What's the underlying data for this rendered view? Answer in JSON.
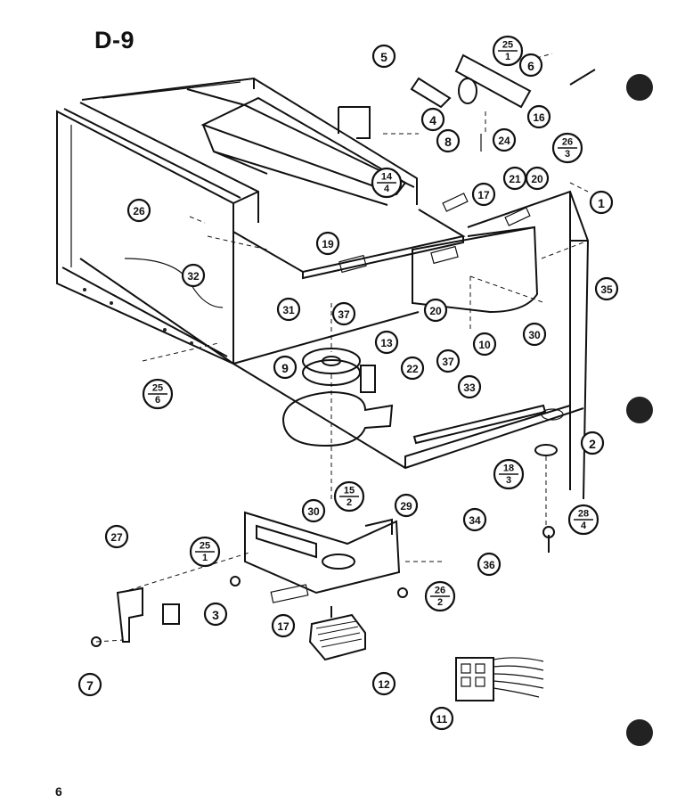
{
  "title": "D-9",
  "page_number": "6",
  "callouts": [
    {
      "label": "5"
    },
    {
      "label": "25",
      "sub": "1"
    },
    {
      "label": "6"
    },
    {
      "label": "4"
    },
    {
      "label": "16"
    },
    {
      "label": "8"
    },
    {
      "label": "24"
    },
    {
      "label": "26",
      "sub": "3"
    },
    {
      "label": "14",
      "sub": "4"
    },
    {
      "label": "17"
    },
    {
      "label": "21"
    },
    {
      "label": "20"
    },
    {
      "label": "1"
    },
    {
      "label": "26"
    },
    {
      "label": "32"
    },
    {
      "label": "19"
    },
    {
      "label": "35"
    },
    {
      "label": "31"
    },
    {
      "label": "37"
    },
    {
      "label": "20"
    },
    {
      "label": "30"
    },
    {
      "label": "10"
    },
    {
      "label": "37"
    },
    {
      "label": "13"
    },
    {
      "label": "25",
      "sub": "6"
    },
    {
      "label": "9"
    },
    {
      "label": "22"
    },
    {
      "label": "33"
    },
    {
      "label": "2"
    },
    {
      "label": "18",
      "sub": "3"
    },
    {
      "label": "34"
    },
    {
      "label": "28",
      "sub": "4"
    },
    {
      "label": "30"
    },
    {
      "label": "15",
      "sub": "2"
    },
    {
      "label": "29"
    },
    {
      "label": "27"
    },
    {
      "label": "25",
      "sub": "1"
    },
    {
      "label": "36"
    },
    {
      "label": "3"
    },
    {
      "label": "26",
      "sub": "2"
    },
    {
      "label": "17"
    },
    {
      "label": "7"
    },
    {
      "label": "12"
    },
    {
      "label": "11"
    }
  ]
}
